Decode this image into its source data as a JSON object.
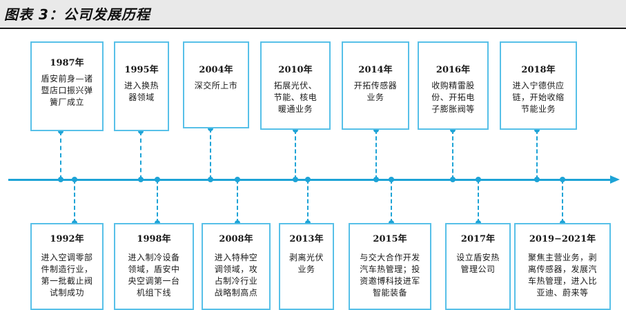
{
  "header": {
    "title": "图表 3：公司发展历程"
  },
  "colors": {
    "accent": "#1da3d6",
    "box_border": "#57c0e8",
    "header_bg": "#e9e9e9"
  },
  "milestones": [
    {
      "year": "1987年",
      "lines": [
        "盾安前身—诸",
        "暨店口振兴弹",
        "簧厂成立"
      ]
    },
    {
      "year": "1995年",
      "lines": [
        "进入换热",
        "器领域"
      ]
    },
    {
      "year": "2004年",
      "lines": [
        "深交所上市"
      ]
    },
    {
      "year": "2010年",
      "lines": [
        "拓展光伏、",
        "节能、核电",
        "暖通业务"
      ]
    },
    {
      "year": "2014年",
      "lines": [
        "开拓传感器",
        "业务"
      ]
    },
    {
      "year": "2016年",
      "lines": [
        "收购精雷股",
        "份、开拓电",
        "子膨胀阀等"
      ]
    },
    {
      "year": "2018年",
      "lines": [
        "进入宁德供应",
        "链，开始收缩",
        "节能业务"
      ]
    },
    {
      "year": "1992年",
      "lines": [
        "进入空调零部",
        "件制造行业，",
        "第一批截止阀",
        "试制成功"
      ]
    },
    {
      "year": "1998年",
      "lines": [
        "进入制冷设备",
        "领域，盾安中",
        "央空调第一台",
        "机组下线"
      ]
    },
    {
      "year": "2008年",
      "lines": [
        "进入特种空",
        "调领域，攻",
        "占制冷行业",
        "战略制高点"
      ]
    },
    {
      "year": "2013年",
      "lines": [
        "剥离光伏",
        "业务"
      ]
    },
    {
      "year": "2015年",
      "lines": [
        "与交大合作开发",
        "汽车热管理；投",
        "资邀博科技进军",
        "智能装备"
      ]
    },
    {
      "year": "2017年",
      "lines": [
        "设立盾安热",
        "管理公司"
      ]
    },
    {
      "year": "2019−2021年",
      "lines": [
        "聚焦主营业务，剥",
        "离传感器，发展汽",
        "车热管理，进入比",
        "亚迪、蔚来等"
      ]
    }
  ]
}
